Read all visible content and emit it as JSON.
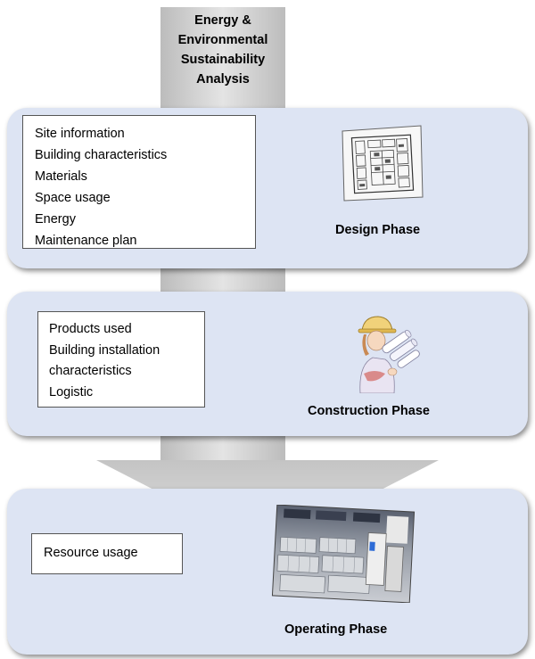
{
  "arrow": {
    "title": "Energy & Environmental Sustainability Analysis",
    "title_lines": [
      "Energy &",
      "Environmental",
      "Sustainability",
      "Analysis"
    ]
  },
  "phases": [
    {
      "label": "Design Phase",
      "items": [
        "Site information",
        "Building characteristics",
        "Materials",
        "Space usage",
        "Energy",
        "Maintenance plan"
      ],
      "illustration": "floor-plan-blueprint"
    },
    {
      "label": "Construction Phase",
      "items": [
        "Products used",
        "Building installation",
        "characteristics",
        "Logistic"
      ],
      "illustration": "engineer-with-blueprints"
    },
    {
      "label": "Operating  Phase",
      "items": [
        "Resource usage"
      ],
      "illustration": "server-room-photo"
    }
  ],
  "colors": {
    "panel_fill": "#dde4f3",
    "arrow_gradient_light": "#e6e6e6",
    "arrow_gradient_dark": "#bdbdbd"
  }
}
